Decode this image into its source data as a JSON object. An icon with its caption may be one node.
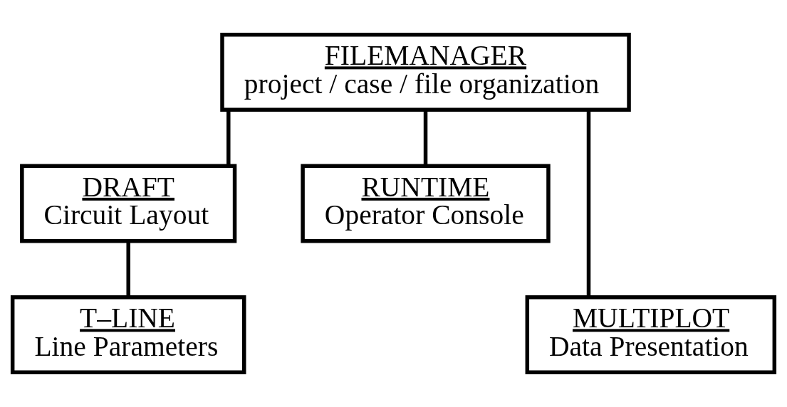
{
  "diagram": {
    "nodes": [
      {
        "text": [
          "FILEMANAGER",
          "project / case / file organization"
        ]
      },
      {
        "text": [
          "DRAFT",
          "Circuit Layout"
        ]
      },
      {
        "text": [
          "RUNTIME",
          "Operator Console"
        ]
      },
      {
        "text": [
          "T–LINE",
          "Line Parameters"
        ]
      },
      {
        "text": [
          "MULTIPLOT",
          "Data Presentation"
        ]
      }
    ],
    "edges": [
      {
        "from": 0,
        "to": 1,
        "arrow": "none"
      },
      {
        "from": 0,
        "to": 2,
        "arrow": "none"
      },
      {
        "from": 0,
        "to": 4,
        "arrow": "none"
      },
      {
        "from": 1,
        "to": 3,
        "arrow": "none"
      }
    ]
  }
}
